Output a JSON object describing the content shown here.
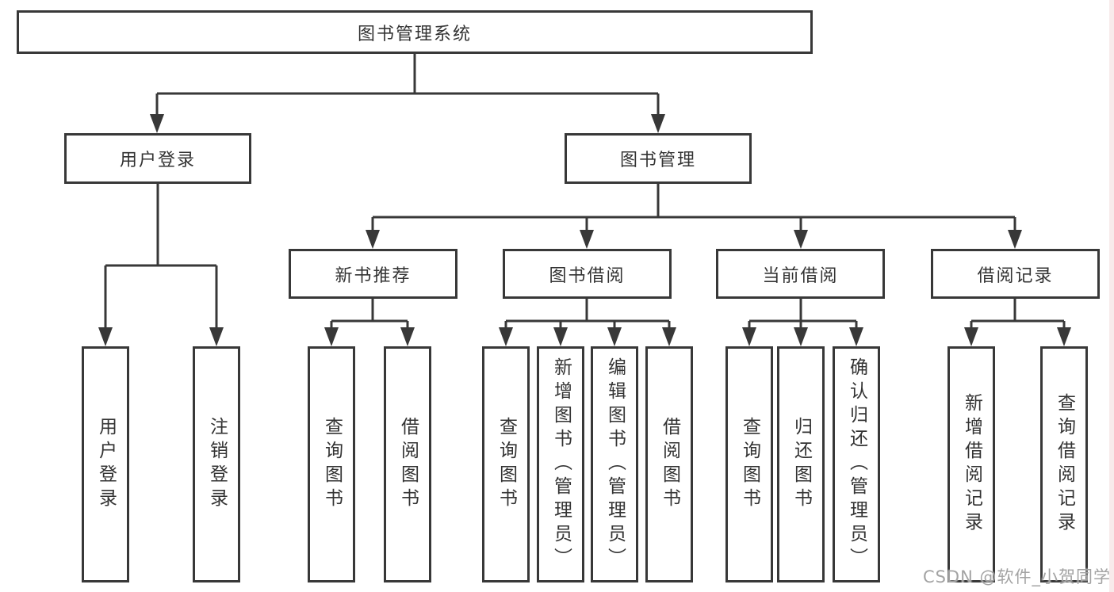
{
  "tree": {
    "label": "图书管理系统",
    "children": [
      {
        "label": "用户登录",
        "children": [
          {
            "label": "用户登录"
          },
          {
            "label": "注销登录"
          }
        ]
      },
      {
        "label": "图书管理",
        "children": [
          {
            "label": "新书推荐",
            "children": [
              {
                "label": "查询图书"
              },
              {
                "label": "借阅图书"
              }
            ]
          },
          {
            "label": "图书借阅",
            "children": [
              {
                "label": "查询图书"
              },
              {
                "label": "新增图书（管理员）"
              },
              {
                "label": "编辑图书（管理员）"
              },
              {
                "label": "借阅图书"
              }
            ]
          },
          {
            "label": "当前借阅",
            "children": [
              {
                "label": "查询图书"
              },
              {
                "label": "归还图书"
              },
              {
                "label": "确认归还（管理员）"
              }
            ]
          },
          {
            "label": "借阅记录",
            "children": [
              {
                "label": "新增借阅记录"
              },
              {
                "label": "查询借阅记录"
              }
            ]
          }
        ]
      }
    ]
  },
  "watermark": {
    "text": "CSDN @软件_小贺同学"
  },
  "colors": {
    "line": "#383838",
    "text": "#333333",
    "background": "#ffffff",
    "watermark": "#a3a3a3",
    "right_edge_strip": "#f3dede"
  }
}
